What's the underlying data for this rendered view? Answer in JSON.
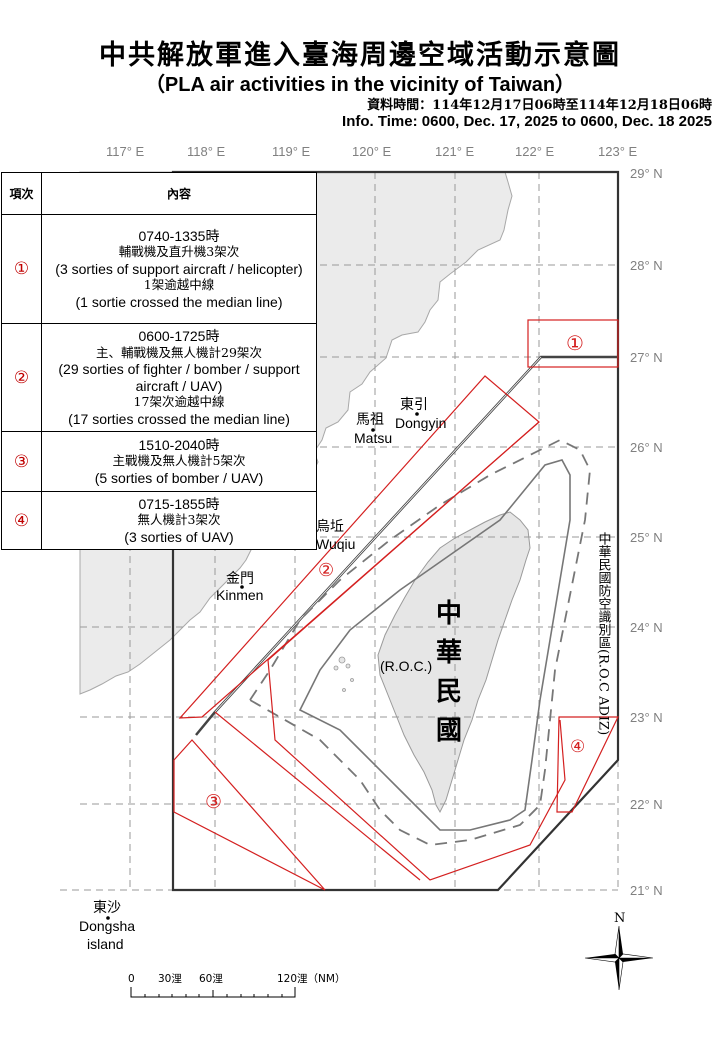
{
  "header": {
    "title_zh": "中共解放軍進入臺海周邊空域活動示意圖",
    "title_en": "（PLA air activities in the vicinity of Taiwan）",
    "info_time_zh": "資料時間：114年12月17日06時至114年12月18日06時",
    "info_time_en": "Info. Time: 0600, Dec. 17, 2025 to 0600, Dec. 18 2025"
  },
  "legend": {
    "header_item": "項次",
    "header_content": "內容",
    "rows": [
      {
        "num": "①",
        "time": "0740-1335時",
        "desc_zh": "輔戰機及直升機3架次",
        "desc_en": "(3 sorties of support aircraft / helicopter)",
        "median_zh": "1架逾越中線",
        "median_en": "(1 sortie crossed the median line)"
      },
      {
        "num": "②",
        "time": "0600-1725時",
        "desc_zh": "主、輔戰機及無人機計29架次",
        "desc_en": "(29 sorties of fighter / bomber / support aircraft /  UAV)",
        "median_zh": "17架次逾越中線",
        "median_en": "(17 sorties crossed the median line)"
      },
      {
        "num": "③",
        "time": "1510-2040時",
        "desc_zh": "主戰機及無人機計5架次",
        "desc_en": "(5 sorties of bomber / UAV)"
      },
      {
        "num": "④",
        "time": "0715-1855時",
        "desc_zh": "無人機計3架次",
        "desc_en": "(3 sorties of UAV)"
      }
    ]
  },
  "map": {
    "longitudes": [
      "117° E",
      "118° E",
      "119° E",
      "120° E",
      "121° E",
      "122° E",
      "123° E"
    ],
    "latitudes": [
      "29° N",
      "28° N",
      "27° N",
      "26° N",
      "25° N",
      "24° N",
      "23° N",
      "22° N",
      "21° N"
    ],
    "places": {
      "matsu_zh": "馬祖",
      "matsu_en": "Matsu",
      "dongyin_zh": "東引",
      "dongyin_en": "Dongyin",
      "wuqiu_zh": "烏坵",
      "wuqiu_en": "Wuqiu",
      "kinmen_zh": "金門",
      "kinmen_en": "Kinmen",
      "dongsha_zh": "東沙",
      "dongsha_en1": "Dongsha",
      "dongsha_en2": "island",
      "roc_en": "(R.O.C.)",
      "roc_zh_1": "中",
      "roc_zh_2": "華",
      "roc_zh_3": "民",
      "roc_zh_4": "國"
    },
    "adiz_label": "中華民國防空識別區(R.O.C ADIZ)",
    "zone_labels": [
      "①",
      "②",
      "③",
      "④"
    ],
    "colors": {
      "zone": "#d42020",
      "adiz": "#333333",
      "land": "#ebebeb",
      "grid": "#9a9a9a"
    }
  },
  "compass": {
    "north": "N"
  },
  "scale_bar": {
    "labels": [
      "0",
      "30浬",
      "60浬",
      "120浬（NM）"
    ]
  }
}
